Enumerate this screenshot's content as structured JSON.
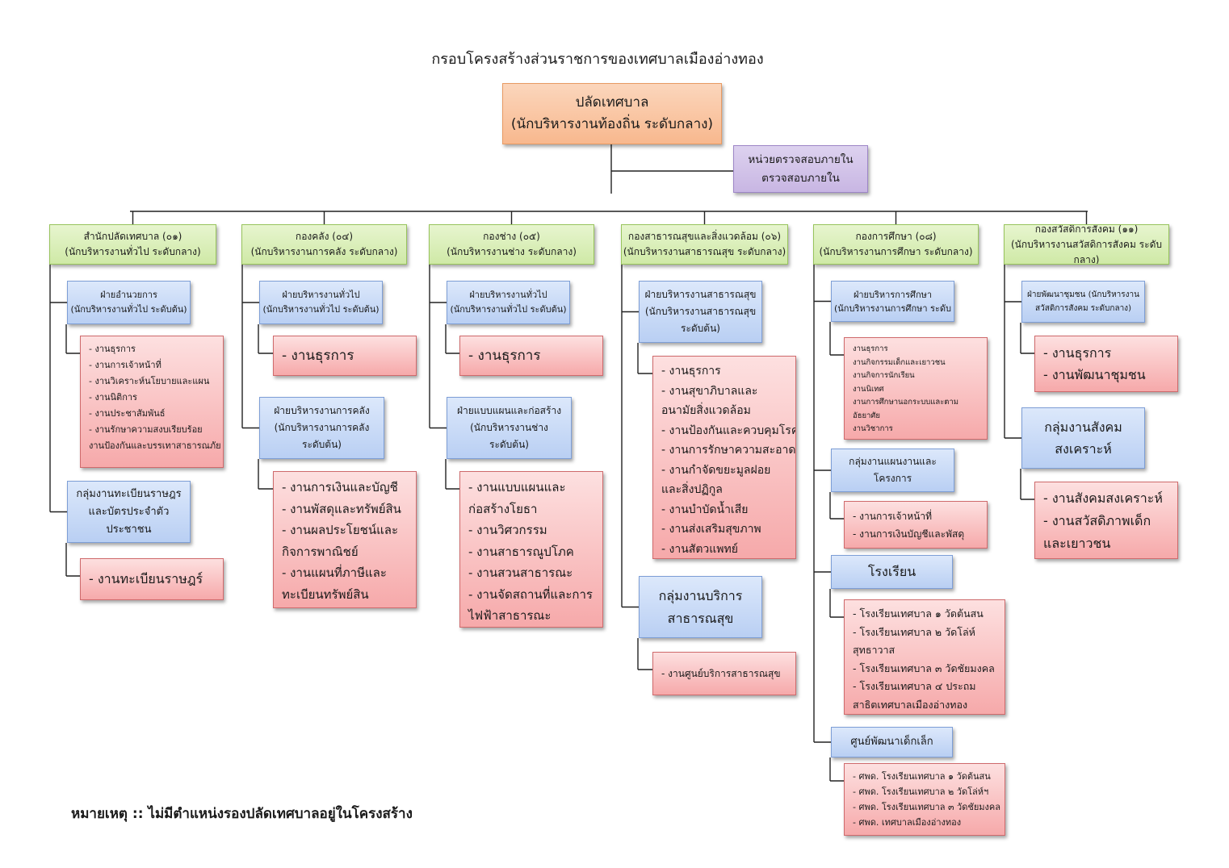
{
  "title": "กรอบโครงสร้างส่วนราชการของเทศบาลเมืองอ่างทอง",
  "note": "หมายเหตุ :: ไม่มีตำแหน่งรองปลัดเทศบาลอยู่ในโครงสร้าง",
  "top": {
    "line1": "ปลัดเทศบาล",
    "line2": "(นักบริหารงานท้องถิ่น ระดับกลาง)"
  },
  "audit": {
    "line1": "หน่วยตรวจสอบภายใน",
    "line2": "ตรวจสอบภายใน"
  },
  "departments": [
    {
      "line1": "สำนักปลัดเทศบาล (๐๑)",
      "line2": "(นักบริหารงานทั่วไป ระดับกลาง)",
      "units": [
        {
          "lines": [
            "ฝ่ายอำนวยการ",
            "(นักบริหารงานทั่วไป ระดับต้น)"
          ],
          "tasks": [
            "- งานธุรการ",
            "- งานการเจ้าหน้าที่",
            "- งานวิเคราะห์นโยบายและแผน",
            "- งานนิติการ",
            "- งานประชาสัมพันธ์",
            "- งานรักษาความสงบเรียบร้อย",
            "งานป้องกันและบรรเทาสาธารณภัย"
          ]
        },
        {
          "lines": [
            "กลุ่มงานทะเบียนราษฎร",
            "และบัตรประจำตัว",
            "ประชาชน"
          ],
          "tasks": [
            "- งานทะเบียนราษฎร์"
          ]
        }
      ]
    },
    {
      "line1": "กองคลัง (๐๔)",
      "line2": "(นักบริหารงานการคลัง ระดับกลาง)",
      "units": [
        {
          "lines": [
            "ฝ่ายบริหารงานทั่วไป",
            "(นักบริหารงานทั่วไป ระดับต้น)"
          ],
          "tasks": [
            "- งานธุรการ"
          ]
        },
        {
          "lines": [
            "ฝ่ายบริหารงานการคลัง",
            "(นักบริหารงานการคลัง",
            "ระดับต้น)"
          ],
          "tasks": [
            "- งานการเงินและบัญชี",
            "- งานพัสดุและทรัพย์สิน",
            "- งานผลประโยชน์และ",
            "กิจการพาณิชย์",
            "- งานแผนที่ภาษีและ",
            "ทะเบียนทรัพย์สิน"
          ]
        }
      ]
    },
    {
      "line1": "กองช่าง (๐๕)",
      "line2": "(นักบริหารงานช่าง ระดับกลาง)",
      "units": [
        {
          "lines": [
            "ฝ่ายบริหารงานทั่วไป",
            "(นักบริหารงานทั่วไป ระดับต้น)"
          ],
          "tasks": [
            "- งานธุรการ"
          ]
        },
        {
          "lines": [
            "ฝ่ายแบบแผนและก่อสร้าง",
            "(นักบริหารงานช่าง",
            "ระดับต้น)"
          ],
          "tasks": [
            "- งานแบบแผนและ",
            "ก่อสร้างโยธา",
            "- งานวิศวกรรม",
            "- งานสาธารณูปโภค",
            "- งานสวนสาธารณะ",
            "- งานจัดสถานที่และการ",
            "ไฟฟ้าสาธารณะ"
          ]
        }
      ]
    },
    {
      "line1": "กองสาธารณสุขและสิ่งแวดล้อม (๐๖)",
      "line2": "(นักบริหารงานสาธารณสุข ระดับกลาง)",
      "units": [
        {
          "lines": [
            "ฝ่ายบริหารงานสาธารณสุข",
            "(นักบริหารงานสาธารณสุข",
            "ระดับต้น)"
          ],
          "tasks": [
            "- งานธุรการ",
            "- งานสุขาภิบาลและ",
            "อนามัยสิ่งแวดล้อม",
            "- งานป้องกันและควบคุมโรค",
            "- งานการรักษาความสะอาด",
            "- งานกำจัดขยะมูลฝอย",
            "และสิ่งปฏิกูล",
            "- งานบำบัดน้ำเสีย",
            "- งานส่งเสริมสุขภาพ",
            "- งานสัตวแพทย์"
          ]
        },
        {
          "lines": [
            "กลุ่มงานบริการ",
            "สาธารณสุข"
          ],
          "tasks": [
            "- งานศูนย์บริการสาธารณสุข"
          ]
        }
      ]
    },
    {
      "line1": "กองการศึกษา (๐๘)",
      "line2": "(นักบริหารงานการศึกษา ระดับกลาง)",
      "units": [
        {
          "lines": [
            "ฝ่ายบริหารการศึกษา",
            "(นักบริหารงานการศึกษา ระดับ"
          ],
          "tasks": [
            "งานธุรการ",
            "งานกิจกรรมเด็กและเยาวชน",
            "งานกิจการนักเรียน",
            "งานนิเทศ",
            "งานการศึกษานอกระบบและตาม",
            "อัธยาศัย",
            "งานวิชาการ"
          ]
        },
        {
          "lines": [
            "กลุ่มงานแผนงานและ",
            "โครงการ"
          ],
          "tasks": [
            "- งานการเจ้าหน้าที่",
            "- งานการเงินบัญชีและพัสดุ"
          ]
        },
        {
          "lines": [
            "โรงเรียน"
          ],
          "tasks": [
            "- โรงเรียนเทศบาล ๑ วัดต้นสน",
            "- โรงเรียนเทศบาล ๒ วัดโล่ห์",
            "สุทธาวาส",
            "- โรงเรียนเทศบาล ๓ วัดชัยมงคล",
            "- โรงเรียนเทศบาล ๔ ประถม",
            "สาธิตเทศบาลเมืองอ่างทอง"
          ]
        },
        {
          "lines": [
            "ศูนย์พัฒนาเด็กเล็ก"
          ],
          "tasks": [
            "- ศพด. โรงเรียนเทศบาล ๑ วัดต้นสน",
            "- ศพด. โรงเรียนเทศบาล ๒ วัดโล่ห์ฯ",
            "- ศพด. โรงเรียนเทศบาล ๓ วัดชัยมงคล",
            "- ศพด. เทศบาลเมืองอ่างทอง"
          ]
        }
      ]
    },
    {
      "line1": "กองสวัสดิการสังคม (๑๑)",
      "line2": "(นักบริหารงานสวัสดิการสังคม ระดับกลาง)",
      "units": [
        {
          "lines": [
            "ฝ่ายพัฒนาชุมชน (นักบริหารงาน",
            "สวัสดิการสังคม ระดับกลาง)"
          ],
          "tasks": [
            "- งานธุรการ",
            "- งานพัฒนาชุมชน"
          ]
        },
        {
          "lines": [
            "กลุ่มงานสังคม",
            "สงเคราะห์"
          ],
          "tasks": [
            "- งานสังคมสงเคราะห์",
            "- งานสวัสดิภาพเด็ก",
            "และเยาวชน"
          ]
        }
      ]
    }
  ]
}
